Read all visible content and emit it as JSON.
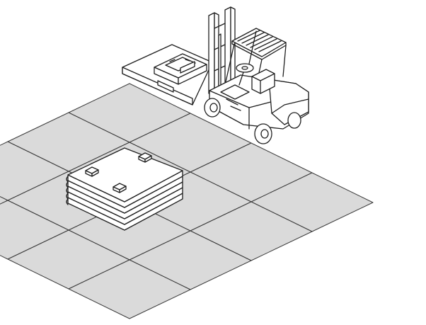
{
  "illustration": {
    "subject": "forklift-and-stacked-pallets-on-tiled-floor",
    "colors": {
      "background": "#ffffff",
      "floor_tile_fill": "#dadada",
      "outline": "#1f1f1f",
      "object_fill": "#ffffff"
    },
    "floor": {
      "grid_rows": 4,
      "grid_cols": 4
    },
    "pallet_stack": {
      "layers": 5,
      "top_tabs": 3
    },
    "forklift": {
      "has_load": true,
      "has_overhead_guard": true
    }
  }
}
